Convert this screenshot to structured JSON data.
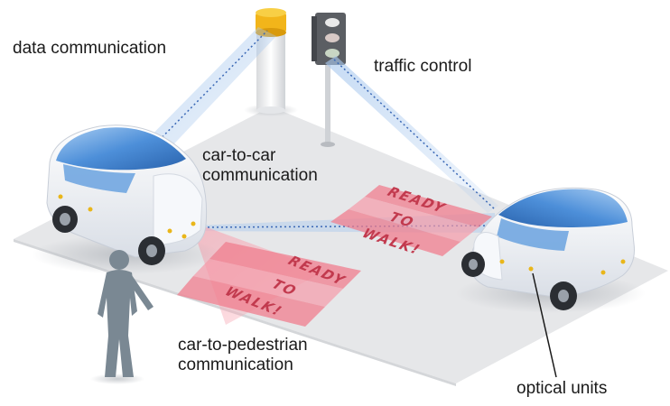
{
  "labels": {
    "data_communication": "data communication",
    "traffic_control": "traffic control",
    "car_to_car_line1": "car-to-car",
    "car_to_car_line2": "communication",
    "car_to_pedestrian_line1": "car-to-pedestrian",
    "car_to_pedestrian_line2": "communication",
    "optical_units": "optical units"
  },
  "projections": {
    "left_words": [
      "READY",
      "TO",
      "WALK!"
    ],
    "right_words": [
      "READY",
      "TO",
      "WALK!"
    ]
  },
  "colors": {
    "ground": "#e7e8ea",
    "car_body": "#f4f6fa",
    "car_roof": "#3d7fd0",
    "beam": "#8fb6e3",
    "projection": "#f07d8e",
    "pedestrian": "#7a8893",
    "traffic_light_body": "#5b5e63",
    "data_light": "#f2b51a"
  }
}
